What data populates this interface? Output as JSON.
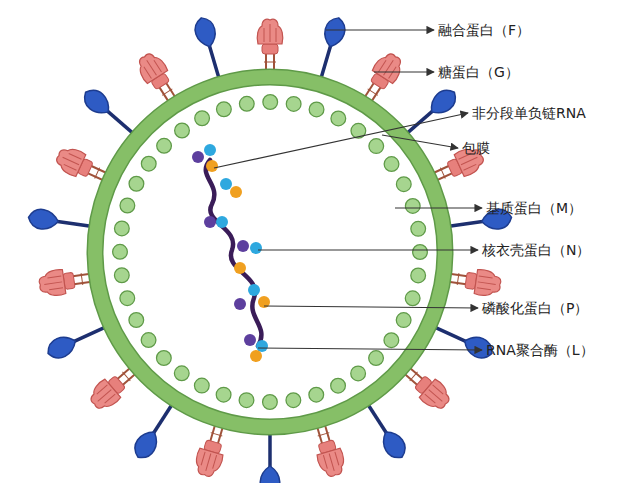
{
  "diagram": {
    "labels": [
      "融合蛋白（F）",
      "糖蛋白（G）",
      "非分段单负链RNA",
      "包膜",
      "基质蛋白（M）",
      "核衣壳蛋白（N）",
      "磷酸化蛋白（P）",
      "RNA聚合酶（L）"
    ]
  }
}
